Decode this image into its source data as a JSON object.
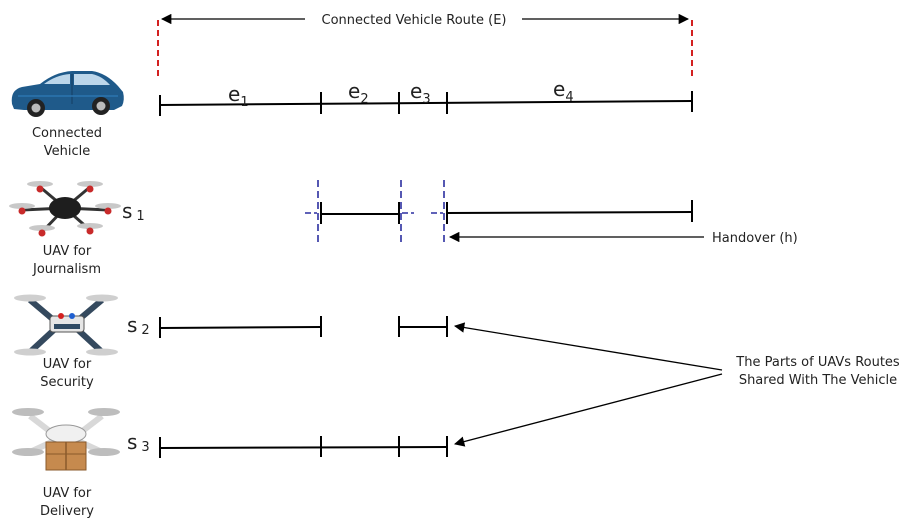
{
  "route": {
    "label": "Connected Vehicle Route (E)"
  },
  "segments": [
    {
      "letter": "e",
      "sub": "1"
    },
    {
      "letter": "e",
      "sub": "2"
    },
    {
      "letter": "e",
      "sub": "3"
    },
    {
      "letter": "e",
      "sub": "4"
    }
  ],
  "actors": {
    "vehicle": {
      "label_line1": "Connected",
      "label_line2": "Vehicle"
    },
    "uav1": {
      "label_line1": "UAV for",
      "label_line2": "Journalism",
      "s_letter": "s",
      "s_sub": "1"
    },
    "uav2": {
      "label_line1": "UAV for",
      "label_line2": "Security",
      "s_letter": "s",
      "s_sub": "2"
    },
    "uav3": {
      "label_line1": "UAV for",
      "label_line2": "Delivery",
      "s_letter": "s",
      "s_sub": "3"
    }
  },
  "annotations": {
    "handover": "Handover (h)",
    "shared_line1": "The Parts of UAVs Routes",
    "shared_line2": "Shared With The Vehicle"
  },
  "colors": {
    "car_body": "#1f5a8a",
    "handover_dash": "#2b2fa0",
    "route_marker": "#d32020",
    "line": "#000000"
  }
}
